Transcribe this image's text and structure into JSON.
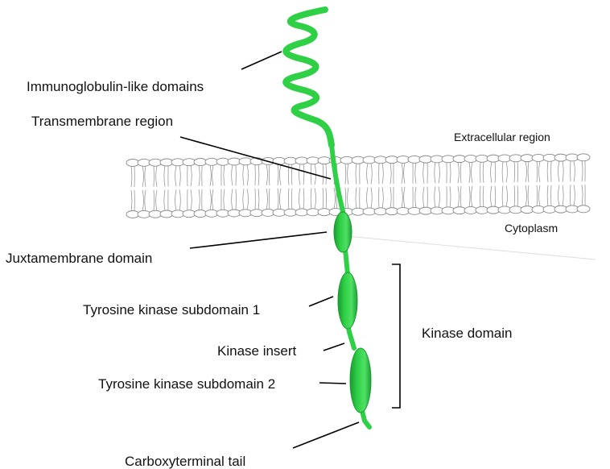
{
  "labels": {
    "immunoglobulin": "Immunoglobulin-like domains",
    "transmembrane": "Transmembrane region",
    "extracellular": "Extracellular region",
    "cytoplasm": "Cytoplasm",
    "juxtamembrane": "Juxtamembrane domain",
    "tk1": "Tyrosine kinase subdomain 1",
    "kinase_insert": "Kinase insert",
    "tk2": "Tyrosine kinase subdomain 2",
    "kinase_domain": "Kinase domain",
    "carboxy_tail": "Carboxyterminal tail"
  },
  "colors": {
    "receptor": "#2fd046",
    "receptor_dark": "#1a9a32",
    "membrane": "#8a8a8a",
    "leader_line": "#000000"
  }
}
